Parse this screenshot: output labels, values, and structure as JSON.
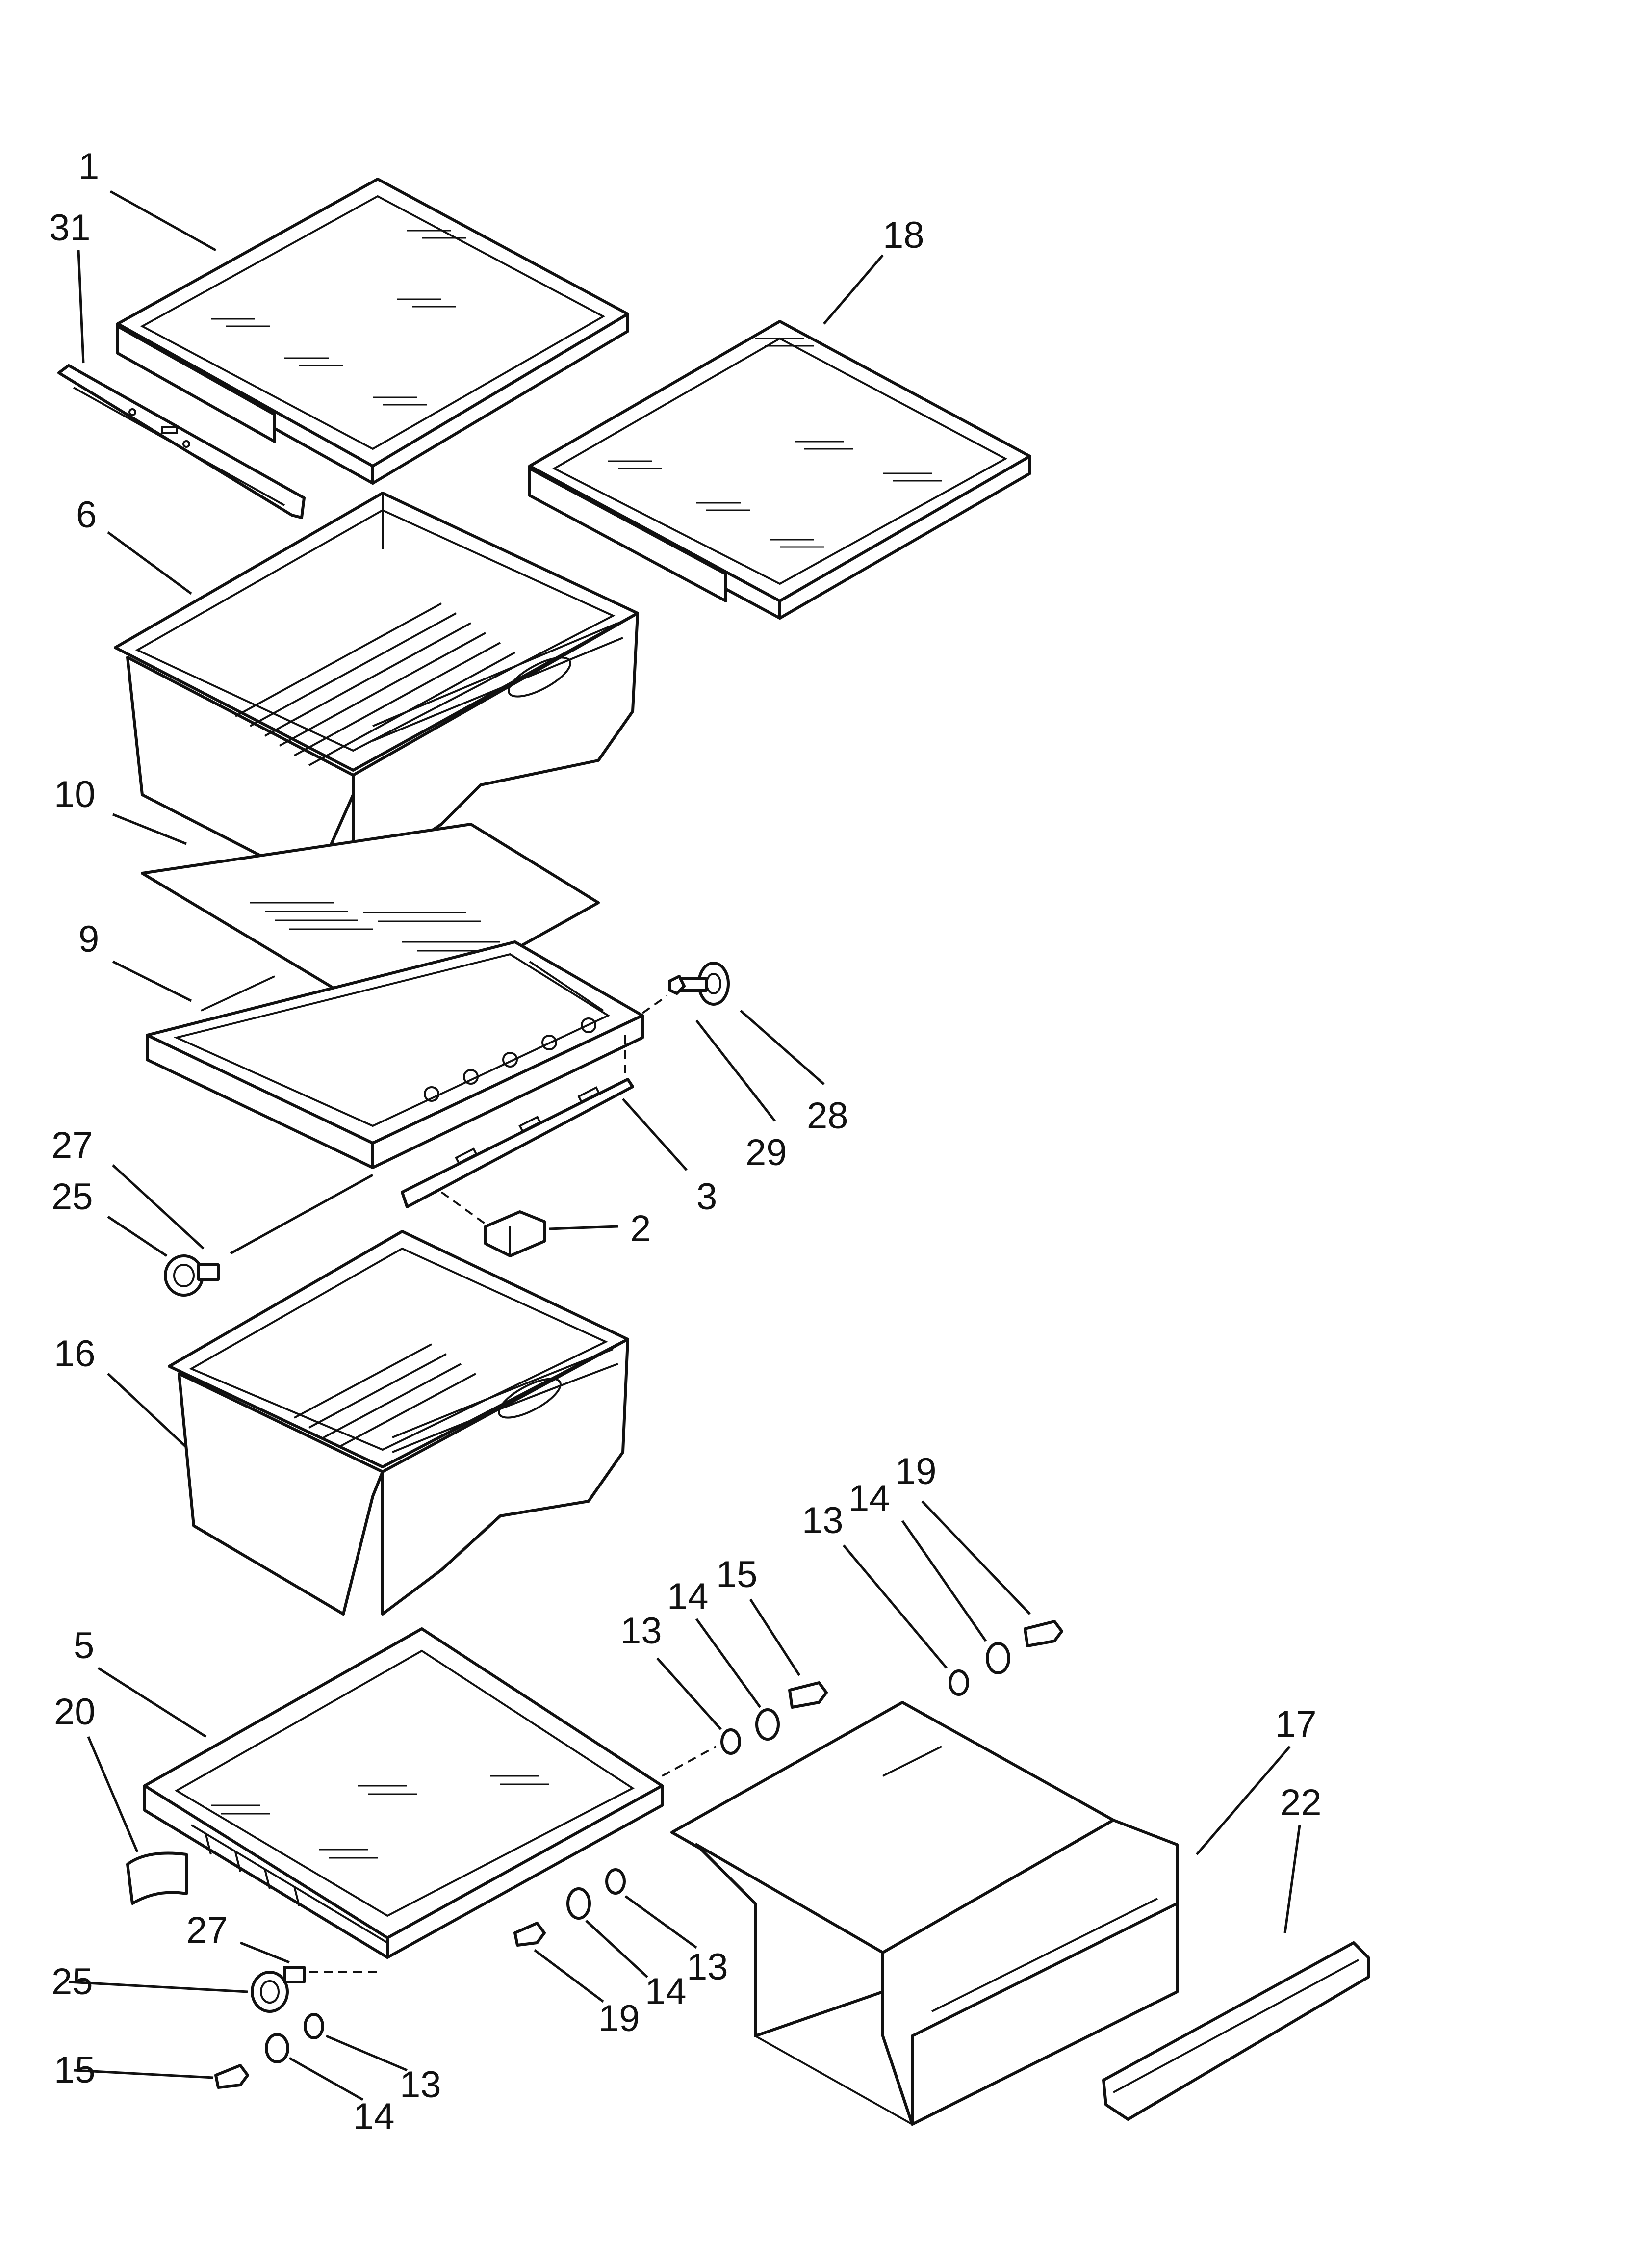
{
  "diagram": {
    "type": "exploded parts diagram",
    "callouts": [
      "1",
      "31",
      "18",
      "6",
      "10",
      "9",
      "28",
      "29",
      "3",
      "2",
      "27",
      "25",
      "16",
      "19",
      "14",
      "13",
      "15",
      "5",
      "20",
      "17",
      "22"
    ],
    "labels": [
      {
        "id": "c1",
        "text": "1",
        "part": "shelf glass assembly (upper left)"
      },
      {
        "id": "c31",
        "text": "31",
        "part": "shelf rail"
      },
      {
        "id": "c18",
        "text": "18",
        "part": "shelf glass assembly (upper right)"
      },
      {
        "id": "c6",
        "text": "6",
        "part": "crisper pan (upper)"
      },
      {
        "id": "c10",
        "text": "10",
        "part": "glass insert"
      },
      {
        "id": "c9",
        "text": "9",
        "part": "crisper cover frame"
      },
      {
        "id": "c28",
        "text": "28",
        "part": "roller"
      },
      {
        "id": "c29",
        "text": "29",
        "part": "roller axle"
      },
      {
        "id": "c3",
        "text": "3",
        "part": "cover support rail"
      },
      {
        "id": "c2",
        "text": "2",
        "part": "clip"
      },
      {
        "id": "c27a",
        "text": "27",
        "part": "axle"
      },
      {
        "id": "c25a",
        "text": "25",
        "part": "wheel"
      },
      {
        "id": "c16",
        "text": "16",
        "part": "crisper pan (lower)"
      },
      {
        "id": "c19a",
        "text": "19",
        "part": "screw"
      },
      {
        "id": "c14a",
        "text": "14",
        "part": "washer"
      },
      {
        "id": "c13a",
        "text": "13",
        "part": "spacer"
      },
      {
        "id": "c15a",
        "text": "15",
        "part": "screw"
      },
      {
        "id": "c14b",
        "text": "14",
        "part": "washer"
      },
      {
        "id": "c13b",
        "text": "13",
        "part": "spacer"
      },
      {
        "id": "c5",
        "text": "5",
        "part": "pantry cover"
      },
      {
        "id": "c20",
        "text": "20",
        "part": "cover cap"
      },
      {
        "id": "c17",
        "text": "17",
        "part": "pantry drawer"
      },
      {
        "id": "c22",
        "text": "22",
        "part": "drawer handle"
      },
      {
        "id": "c27b",
        "text": "27",
        "part": "axle"
      },
      {
        "id": "c25b",
        "text": "25",
        "part": "wheel"
      },
      {
        "id": "c19b",
        "text": "19",
        "part": "screw"
      },
      {
        "id": "c14c",
        "text": "14",
        "part": "washer"
      },
      {
        "id": "c13c",
        "text": "13",
        "part": "spacer"
      },
      {
        "id": "c15b",
        "text": "15",
        "part": "screw"
      },
      {
        "id": "c14d",
        "text": "14",
        "part": "washer"
      },
      {
        "id": "c13d",
        "text": "13",
        "part": "spacer"
      }
    ],
    "colors": {
      "line": "#111111",
      "background": "#ffffff"
    }
  }
}
